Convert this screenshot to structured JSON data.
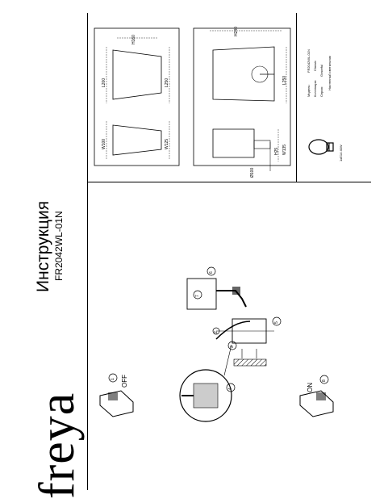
{
  "brand": "freya",
  "title": "Инструкция",
  "model": "FR2042WL-01N",
  "dimensions": {
    "front": {
      "w_top": "W100",
      "w_bottom": "W125",
      "h": "L200",
      "h2": "L250",
      "top": "H160"
    },
    "side": {
      "d": "Ø100",
      "w": "W135",
      "h": "H25",
      "len": "L250",
      "top": "H240"
    }
  },
  "info": {
    "model_label": "Модель:",
    "model_value": "FR2042WL-01N",
    "collection_label": "Коллекция:",
    "collection_value": "Classic",
    "series_label": "Серия:",
    "series_value": "Graceful",
    "type_value": "Настенный светильник",
    "lamp": "1хE14 40W"
  },
  "steps": {
    "s1": "1",
    "off": "OFF",
    "s2": "2",
    "s3": "3",
    "s4": "4",
    "s5": "5",
    "s6": "6",
    "s7": "7",
    "on": "ON",
    "s8": "8"
  }
}
